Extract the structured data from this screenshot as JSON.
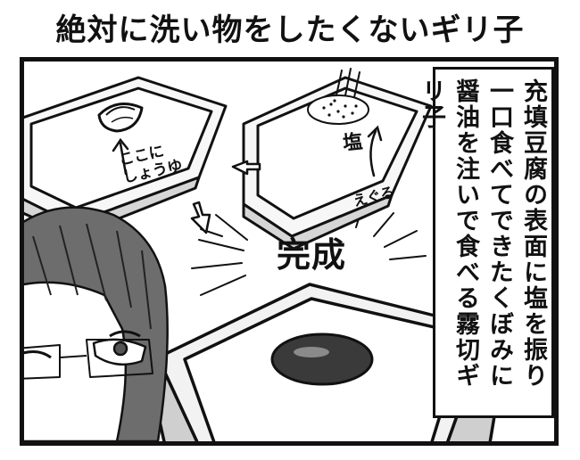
{
  "title": "絶対に洗い物をしたくないギリ子",
  "panel": {
    "narration": "充填豆腐の表面に塩を振り一口食べてできたくぼみに醤油を注いで食べる霧切ギリ子",
    "labels": {
      "shoyu_line1": "ここに",
      "shoyu_line2": "しょうゆ",
      "shio": "塩",
      "eguru": "えぐる",
      "kansei": "完成"
    }
  }
}
